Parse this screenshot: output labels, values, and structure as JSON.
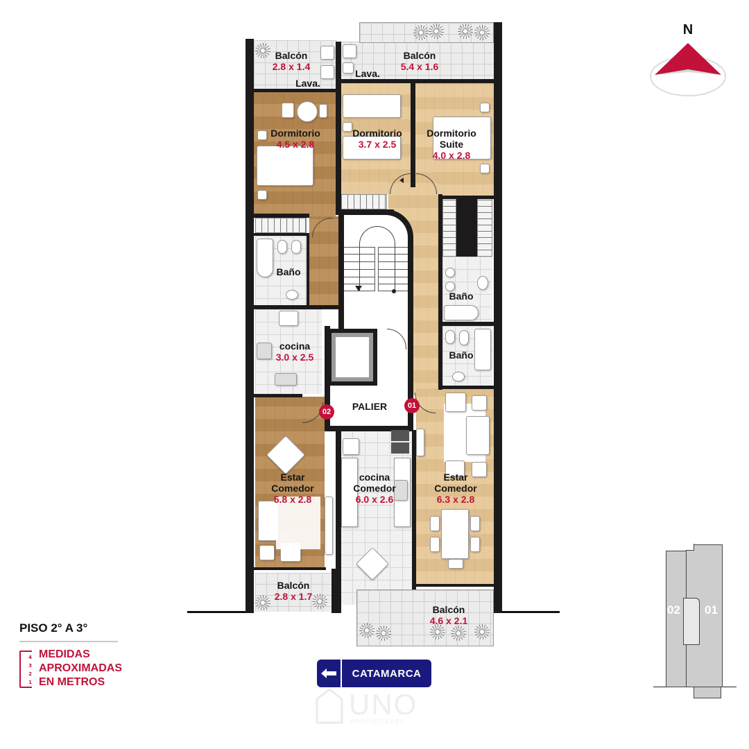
{
  "plan": {
    "floor_label": "PISO 2° A 3°",
    "legend": {
      "lines": [
        "MEDIDAS",
        "APROXIMADAS",
        "EN METROS"
      ],
      "ruler_ticks": [
        "4",
        "3",
        "2",
        "1"
      ]
    },
    "compass": {
      "label": "N"
    },
    "street": {
      "name": "CATAMARCA",
      "direction": "left-arrow"
    },
    "watermark": {
      "text": "UNO",
      "subtext": "PROPIEDADES"
    },
    "landing": {
      "label": "PALIER"
    },
    "doors": [
      {
        "id": "01"
      },
      {
        "id": "02"
      }
    ],
    "key_plan": {
      "units": [
        "02",
        "01"
      ]
    },
    "colors": {
      "accent": "#c1123a",
      "wall": "#1c1a1a",
      "street_sign": "#1a1a7e",
      "wood_dark": "#b98a52",
      "wood_light": "#e6c592"
    }
  },
  "rooms": {
    "balcon_nw": {
      "name": "Balcón",
      "dim": "2.8 x 1.4"
    },
    "lava_w": {
      "name": "Lava."
    },
    "balcon_ne": {
      "name": "Balcón",
      "dim": "5.4 x 1.6"
    },
    "lava_e": {
      "name": "Lava."
    },
    "dorm_w": {
      "name": "Dormitorio",
      "dim": "4.5 x 2.8"
    },
    "dorm_c": {
      "name": "Dormitorio",
      "dim": "3.7 x 2.5"
    },
    "dorm_suite": {
      "name": "Dormitorio",
      "name2": "Suite",
      "dim": "4.0 x 2.8"
    },
    "bano_w": {
      "name": "Baño"
    },
    "bano_e1": {
      "name": "Baño"
    },
    "bano_e2": {
      "name": "Baño"
    },
    "cocina_w": {
      "name": "cocina",
      "dim": "3.0 x 2.5"
    },
    "estar_w": {
      "name": "Estar",
      "name2": "Comedor",
      "dim": "5.8 x 2.8"
    },
    "cocina_comedor": {
      "name": "cocina",
      "name2": "Comedor",
      "dim": "6.0 x 2.6"
    },
    "estar_e": {
      "name": "Estar",
      "name2": "Comedor",
      "dim": "6.3 x 2.8"
    },
    "balcon_sw": {
      "name": "Balcón",
      "dim": "2.8 x 1.7"
    },
    "balcon_se": {
      "name": "Balcón",
      "dim": "4.6 x 2.1"
    }
  }
}
